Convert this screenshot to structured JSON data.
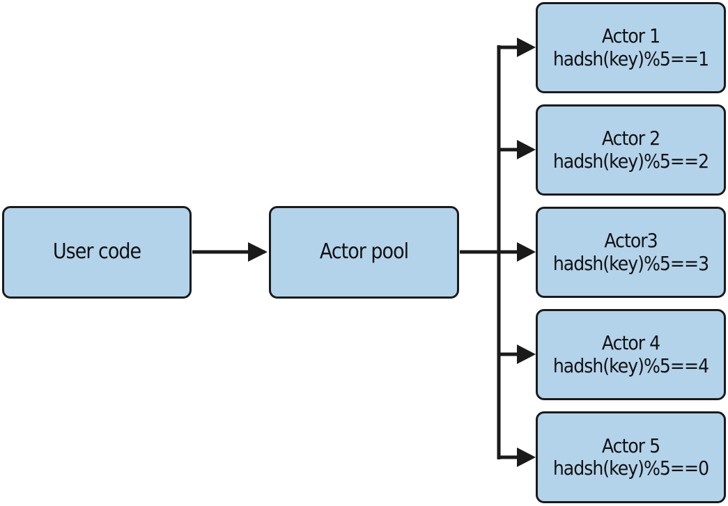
{
  "nodes": {
    "user_code": {
      "label": "User code"
    },
    "actor_pool": {
      "label": "Actor pool"
    },
    "actors": [
      {
        "name": "Actor 1",
        "rule": "hadsh(key)%5==1"
      },
      {
        "name": "Actor 2",
        "rule": "hadsh(key)%5==2"
      },
      {
        "name": "Actor3",
        "rule": "hadsh(key)%5==3"
      },
      {
        "name": "Actor 4",
        "rule": "hadsh(key)%5==4"
      },
      {
        "name": "Actor 5",
        "rule": "hadsh(key)%5==0"
      }
    ]
  },
  "edges": [
    {
      "from": "User code",
      "to": "Actor pool"
    },
    {
      "from": "Actor pool",
      "to": "Actor 1"
    },
    {
      "from": "Actor pool",
      "to": "Actor 2"
    },
    {
      "from": "Actor pool",
      "to": "Actor3"
    },
    {
      "from": "Actor pool",
      "to": "Actor 4"
    },
    {
      "from": "Actor pool",
      "to": "Actor 5"
    }
  ],
  "colors": {
    "box_fill": "#b3d3ea",
    "stroke": "#1a1a1a"
  }
}
